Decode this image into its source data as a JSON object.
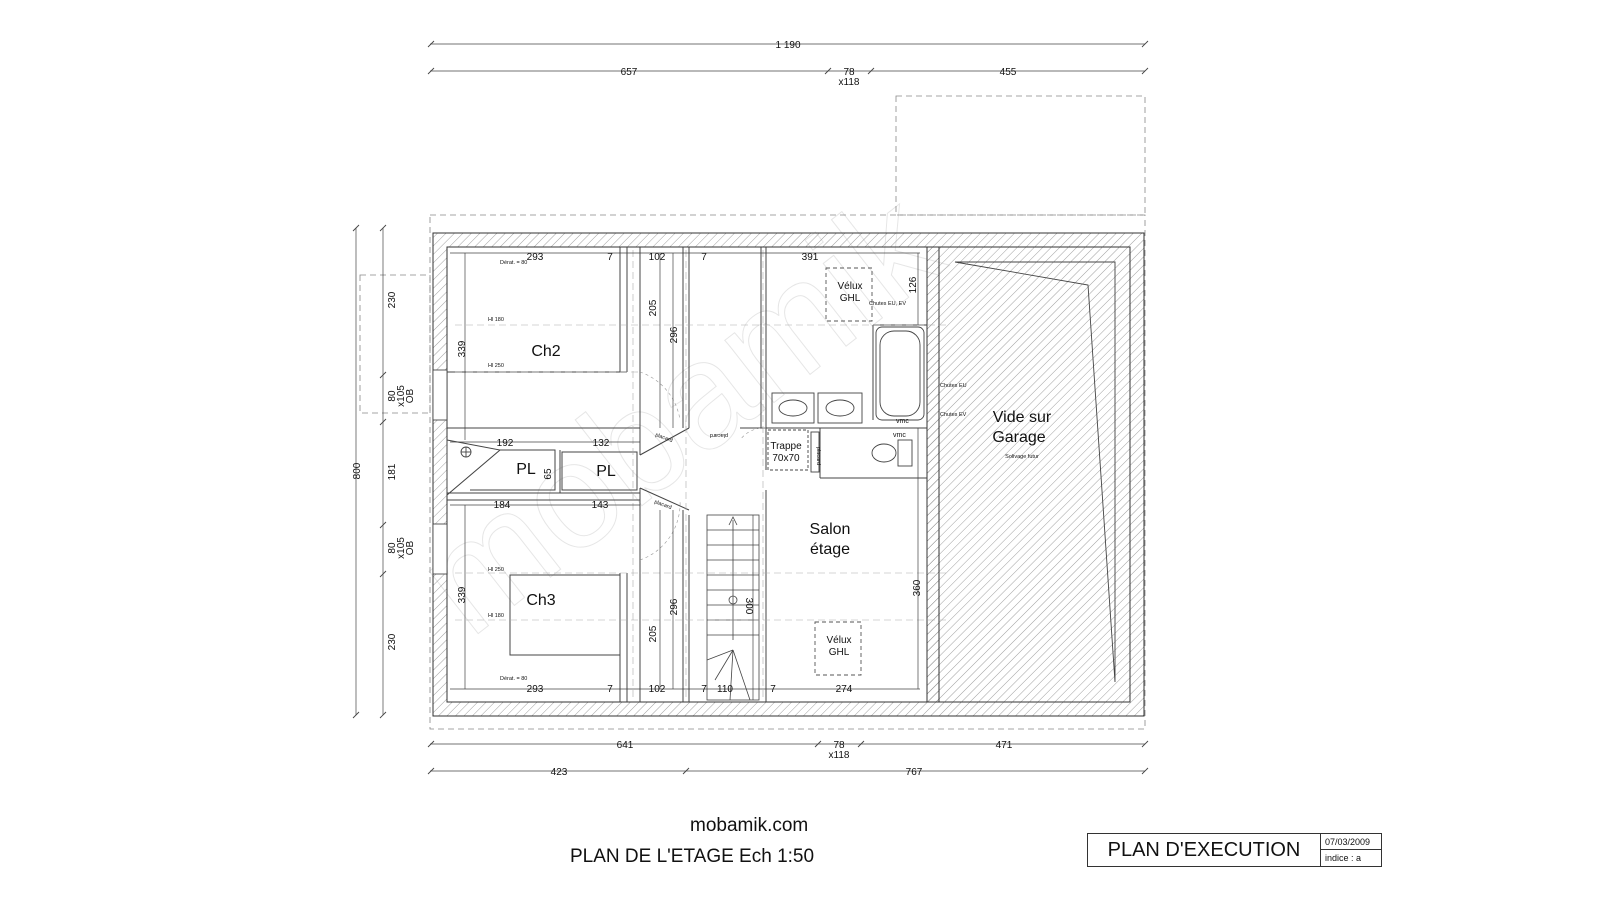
{
  "title": {
    "site": "mobamik.com",
    "plan": "PLAN DE L'ETAGE Ech 1:50"
  },
  "cartouche": {
    "main": "PLAN D'EXECUTION",
    "date": "07/03/2009",
    "index": "indice : a"
  },
  "dimensions_top": {
    "total": "1 190",
    "left": "657",
    "middle": "78",
    "middle_sub": "x118",
    "right": "455"
  },
  "dimensions_bottom": {
    "left": "641",
    "middle": "78",
    "middle_sub": "x118",
    "right": "471",
    "total_left": "423",
    "total_right": "767"
  },
  "dimensions_left": {
    "total": "800",
    "upper": "230",
    "window_top_a": "80",
    "window_top_b": "x105",
    "window_top_c": "OB",
    "middle": "181",
    "window_bot_a": "80",
    "window_bot_b": "x105",
    "window_bot_c": "OB",
    "lower": "230"
  },
  "dimensions_inner": {
    "top_row": [
      "293",
      "7",
      "102",
      "7",
      "391"
    ],
    "bottom_row": [
      "293",
      "7",
      "102",
      "7",
      "110",
      "7",
      "274"
    ],
    "ch2_height": "339",
    "ch3_height": "339",
    "corr_top_a": "205",
    "corr_top_b": "296",
    "corr_bot_a": "205",
    "corr_bot_b": "296",
    "bath_height": "126",
    "salon_height": "360",
    "stairs_height": "300",
    "pl_row_top": [
      "192",
      "132"
    ],
    "pl_row_bottom": [
      "184",
      "143"
    ],
    "pl_height": "65"
  },
  "rooms": {
    "ch2": "Ch2",
    "ch3": "Ch3",
    "pl1": "PL",
    "pl2": "PL",
    "salon_1": "Salon",
    "salon_2": "étage",
    "vide_1": "Vide sur",
    "vide_2": "Garage",
    "vide_note": "Solivage futur",
    "trappe_1": "Trappe",
    "trappe_2": "70x70",
    "velux_top_1": "Vélux",
    "velux_top_2": "GHL",
    "velux_bot_1": "Vélux",
    "velux_bot_2": "GHL"
  },
  "notes": {
    "derat_top": "Dérat. = 80",
    "derat_bot": "Dérat. = 80",
    "hl180_top": "Hl 180",
    "hl250_top": "Hl 250",
    "hl250_bot": "Hl 250",
    "hl180_bot": "Hl 180",
    "chutes_eu_ev": "Chutes EU, EV",
    "chutes_eu": "Chutes EU",
    "chutes_ev": "Chutes EV",
    "vmc_1": "vmc",
    "vmc_2": "vmc",
    "placard_1": "placard",
    "placard_2": "placard",
    "placard_3": "placard",
    "placard_4": "placard"
  }
}
